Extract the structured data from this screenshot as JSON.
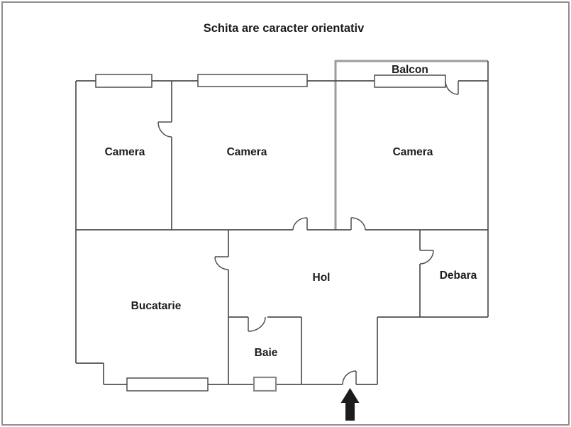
{
  "title": "Schita are caracter orientativ",
  "rooms": {
    "camera1": {
      "label": "Camera"
    },
    "camera2": {
      "label": "Camera"
    },
    "camera3": {
      "label": "Camera"
    },
    "balcon": {
      "label": "Balcon"
    },
    "hol": {
      "label": "Hol"
    },
    "debara": {
      "label": "Debara"
    },
    "bucatarie": {
      "label": "Bucatarie"
    },
    "baie": {
      "label": "Baie"
    }
  },
  "icons": {
    "entrance_arrow": "up-arrow-entrance"
  },
  "colors": {
    "wall": "#4f4f4f",
    "balcony_outline": "#9c9c9c",
    "baie_window_outline": "#8a8a8a",
    "outer_border": "#8f8f8f",
    "text": "#1c1c1c",
    "arrow": "#1c1c1c",
    "background": "#ffffff"
  }
}
